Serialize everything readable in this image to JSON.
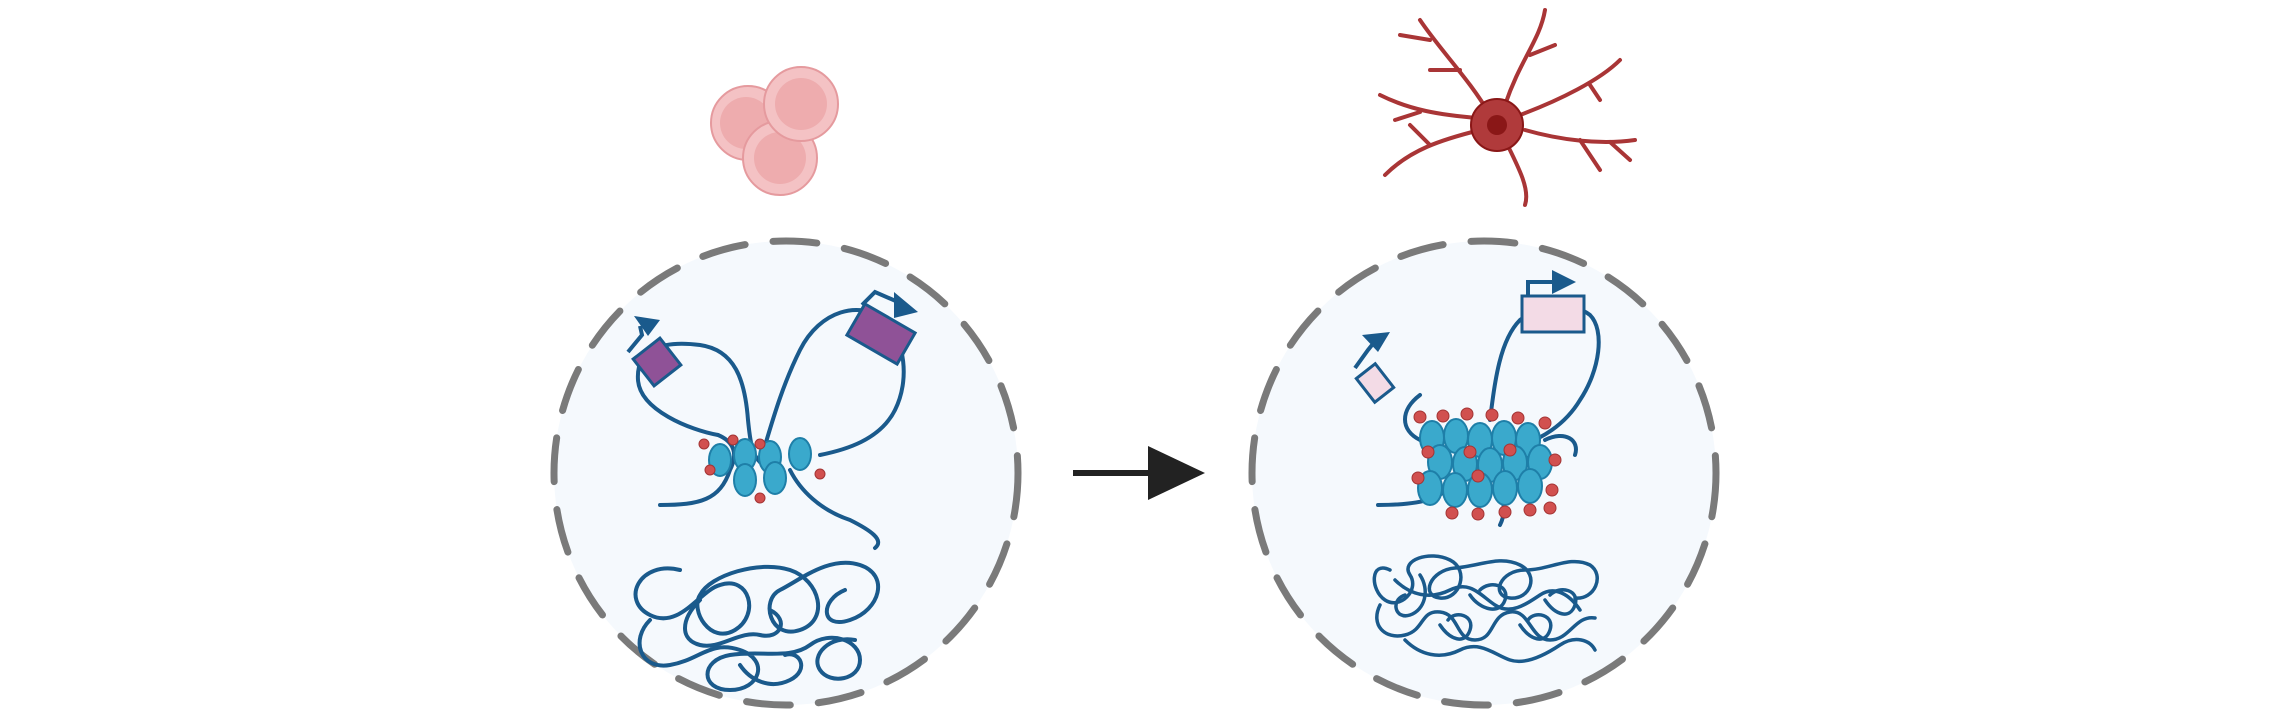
{
  "colors": {
    "background": "#ffffff",
    "nucleus_fill": "#f5f9fd",
    "nucleus_border": "#7a7a7a",
    "chromatin": "#1a5a8c",
    "nucleosome": "#3aa9cc",
    "nucleosome_dark": "#1e7fa8",
    "methylation": "#d1504f",
    "active_gene": "#8f5297",
    "silenced_gene": "#f3dbe6",
    "stem_cell": "#f0b3b5",
    "stem_cell_edge": "#e59a9e",
    "neuron": "#b03a3b",
    "neuron_nucleus": "#8a1717",
    "arrow": "#222222"
  },
  "icons": [
    "stem-cell-cluster-icon",
    "neuron-icon",
    "transition-arrow-icon",
    "gene-promoter-icon",
    "nucleosome-icon",
    "methylation-mark-icon"
  ],
  "panels": [
    {
      "state": "before",
      "cell_type_icon": "stem-cell-cluster-icon",
      "gene_state": "active",
      "chromatin_state": "open"
    },
    {
      "state": "after",
      "cell_type_icon": "neuron-icon",
      "gene_state": "silenced",
      "chromatin_state": "compact"
    }
  ]
}
